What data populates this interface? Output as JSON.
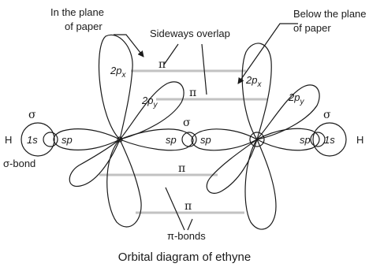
{
  "labels": {
    "in_plane": [
      "In the plane",
      "of paper"
    ],
    "below_plane": [
      "Below the plane",
      "of paper"
    ],
    "sideways_overlap": "Sideways overlap",
    "sigma_bond": "σ-bond",
    "pi_bonds": "π-bonds",
    "sigma": "σ",
    "pi": "π",
    "hydrogen": "H",
    "sp": "sp",
    "one_s": "1s",
    "two": "2",
    "p": "p",
    "x": "x",
    "y": "y"
  },
  "caption": "Orbital diagram of ethyne"
}
